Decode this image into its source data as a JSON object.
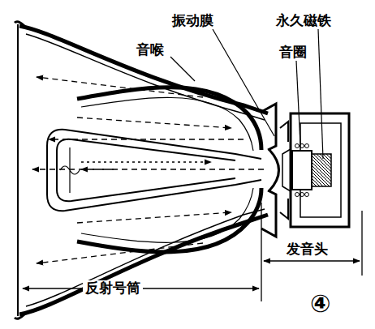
{
  "diagram": {
    "labels": [
      "振动膜",
      "永久磁铁",
      "音喉",
      "音圈",
      "发音头",
      "反射号筒",
      "④"
    ]
  }
}
